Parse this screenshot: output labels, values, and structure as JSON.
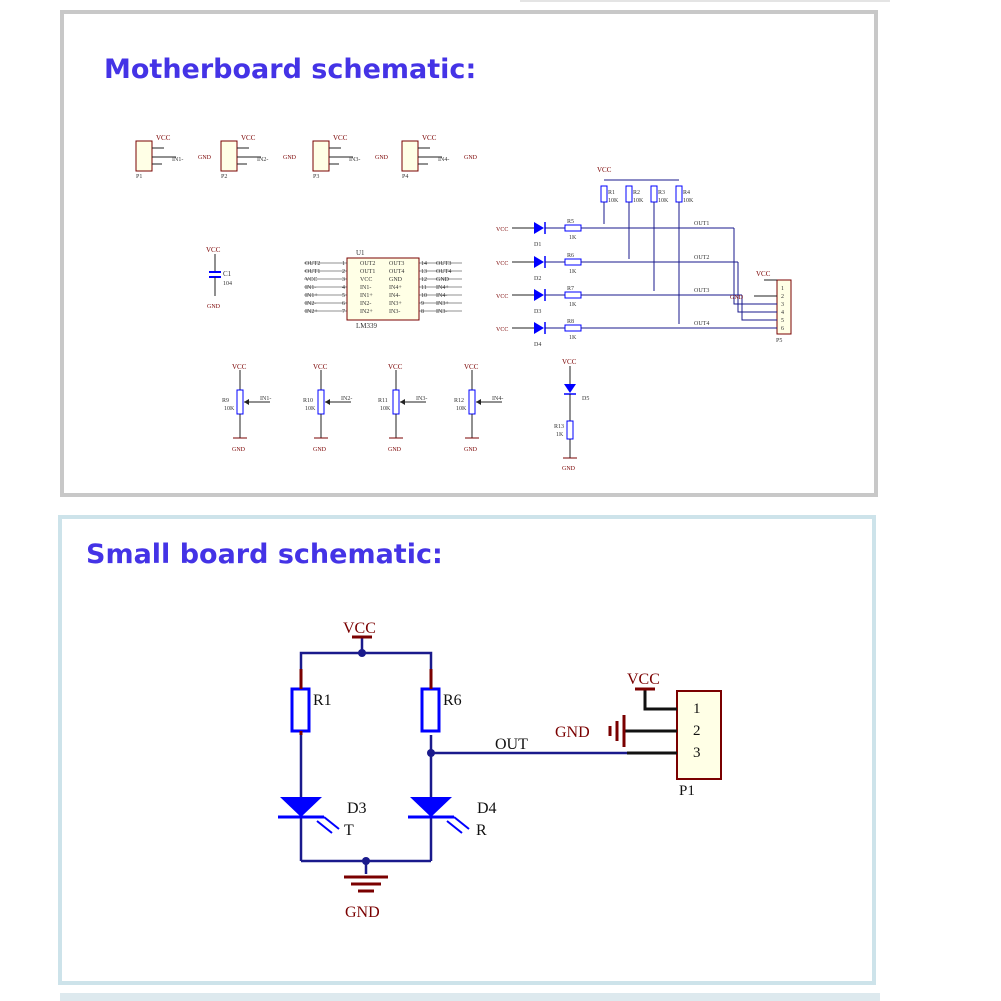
{
  "top_panel": {
    "title": "Motherboard schematic:",
    "connector_labels": [
      "P1",
      "P2",
      "P3",
      "P4"
    ],
    "in_labels": [
      "IN1-",
      "IN2-",
      "IN3-",
      "IN4-"
    ],
    "vcc": "VCC",
    "gnd": "GND",
    "capacitor": {
      "ref": "C1",
      "value": "104"
    },
    "ic": {
      "ref": "U1",
      "part": "LM339",
      "left_pins": [
        "OUT2",
        "OUT1",
        "VCC",
        "IN1-",
        "IN1+",
        "IN2-",
        "IN2+"
      ],
      "left_nums": [
        "1",
        "2",
        "3",
        "4",
        "5",
        "6",
        "7"
      ],
      "inner_left": [
        "OUT2",
        "OUT1",
        "VCC",
        "IN1-",
        "IN1+",
        "IN2-",
        "IN2+"
      ],
      "inner_right": [
        "OUT3",
        "OUT4",
        "GND",
        "IN4+",
        "IN4-",
        "IN3+",
        "IN3-"
      ],
      "right_nums": [
        "14",
        "13",
        "12",
        "11",
        "10",
        "9",
        "8"
      ],
      "right_pins": [
        "OUT3",
        "OUT4",
        "GND",
        "IN4+",
        "IN4-",
        "IN3+",
        "IN3-"
      ]
    },
    "pullups": [
      {
        "ref": "R1",
        "value": "10K"
      },
      {
        "ref": "R2",
        "value": "10K"
      },
      {
        "ref": "R3",
        "value": "10K"
      },
      {
        "ref": "R4",
        "value": "10K"
      }
    ],
    "leds": [
      "D1",
      "D2",
      "D3",
      "D4"
    ],
    "led_res": [
      {
        "ref": "R5",
        "value": "1K"
      },
      {
        "ref": "R6",
        "value": "1K"
      },
      {
        "ref": "R7",
        "value": "1K"
      },
      {
        "ref": "R8",
        "value": "1K"
      }
    ],
    "outs": [
      "OUT1",
      "OUT2",
      "OUT3",
      "OUT4"
    ],
    "header": {
      "ref": "P5",
      "pins": [
        "1",
        "2",
        "3",
        "4",
        "5",
        "6"
      ],
      "gnd": "GND"
    },
    "pots": [
      {
        "ref": "R9",
        "value": "10K",
        "net": "IN1-"
      },
      {
        "ref": "R10",
        "value": "10K",
        "net": "IN2-"
      },
      {
        "ref": "R11",
        "value": "10K",
        "net": "IN3-"
      },
      {
        "ref": "R12",
        "value": "10K",
        "net": "IN4-"
      }
    ],
    "power_led": {
      "ref": "D5",
      "res_ref": "R13",
      "res_value": "1K"
    }
  },
  "bottom_panel": {
    "title": "Small board schematic:",
    "vcc": "VCC",
    "gnd": "GND",
    "r1": "R1",
    "r6": "R6",
    "d3": "D3",
    "d4": "D4",
    "d3_type": "T",
    "d4_type": "R",
    "out": "OUT",
    "connector": "P1",
    "connector_vcc": "VCC",
    "connector_gnd": "GND",
    "pins": [
      "1",
      "2",
      "3"
    ]
  },
  "colors": {
    "title": "#4433e6",
    "wire": "#1a1a8c",
    "symbol": "#0000ff",
    "label": "#7a0000",
    "pin": "#800000"
  }
}
